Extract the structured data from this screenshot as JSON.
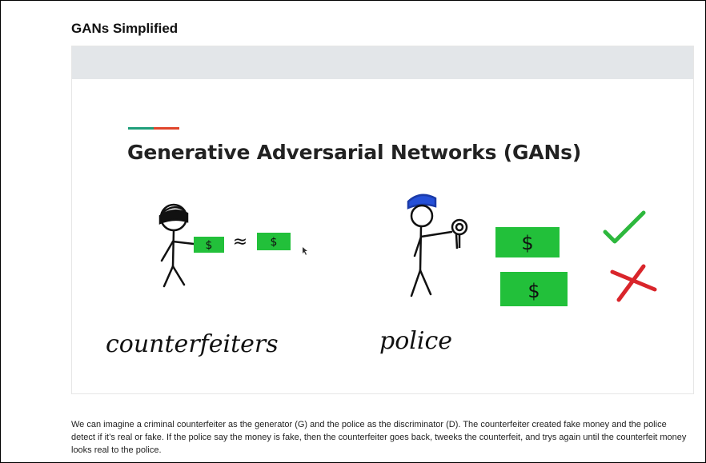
{
  "page": {
    "title": "GANs Simplified"
  },
  "slide": {
    "title": "Generative Adversarial Networks (GANs)",
    "label_counterfeiters": "counterfeiters",
    "label_police": "police",
    "approx_symbol": "≈",
    "currency_symbol": "$",
    "colors": {
      "accent_green": "#1e9e7a",
      "accent_red": "#e0442a",
      "money": "#22c03a",
      "check": "#2db83d",
      "cross": "#d9252b",
      "police_hat": "#2550d8"
    },
    "icons": [
      "criminal-stick-figure-icon",
      "police-stick-figure-icon",
      "magnifier-icon",
      "checkmark-icon",
      "cross-icon",
      "cursor-icon"
    ]
  },
  "description": "We can imagine a criminal counterfeiter as the generator (G) and the police as the discriminator (D). The counterfeiter created fake money and the police detect if it’s real or fake. If the police say the money is fake, then the counterfeiter goes back, tweeks the counterfeit, and trys again until the counterfeit money looks real to the police."
}
